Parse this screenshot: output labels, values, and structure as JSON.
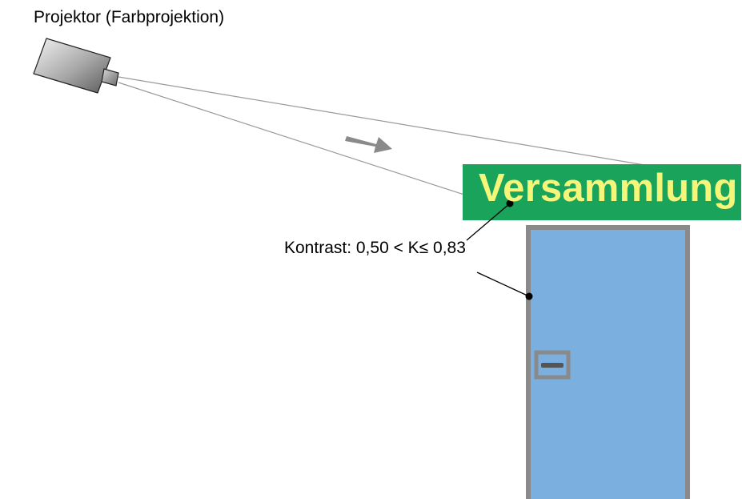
{
  "projector": {
    "label": "Projektor (Farbprojektion)",
    "body_color": "#8c8c8c"
  },
  "sign": {
    "text": "Versammlung",
    "background_color": "#1aa35a",
    "text_color": "#f5f57a"
  },
  "contrast": {
    "label": "Kontrast: 0,50 < K≤ 0,83"
  },
  "door": {
    "fill_color": "#7aafe0",
    "frame_color": "#8a8a8a"
  },
  "beam": {
    "line_color": "#9a9a9a",
    "arrow_color": "#8a8a8a"
  }
}
